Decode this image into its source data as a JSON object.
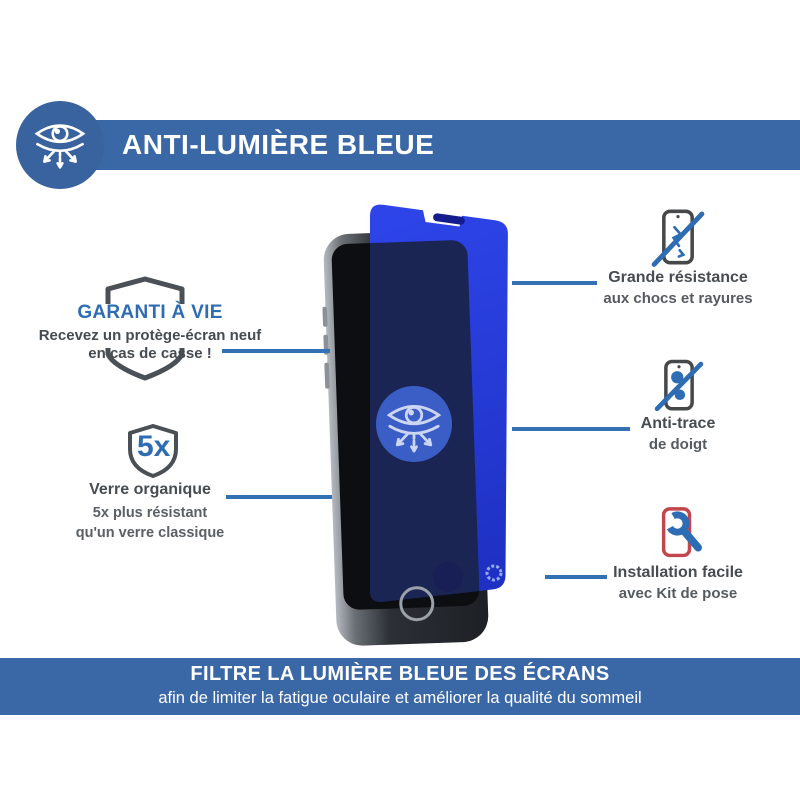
{
  "header": {
    "icon": "blue-light-eye-icon",
    "title": "ANTI-LUMIÈRE BLEUE"
  },
  "warranty": {
    "icon": "shield-outline-icon",
    "title": "GARANTI À VIE",
    "line1": "Recevez un protège-écran neuf",
    "line2": "en cas de casse !"
  },
  "glass": {
    "icon": "shield-outline-icon",
    "badge": "5x",
    "title": "Verre organique",
    "line1": "5x plus résistant",
    "line2": "qu'un verre classique"
  },
  "features": [
    {
      "icon": "shock-resistance-icon",
      "line1": "Grande résistance",
      "line2": "aux chocs et rayures"
    },
    {
      "icon": "anti-fingerprint-icon",
      "line1": "Anti-trace",
      "line2": "de doigt"
    },
    {
      "icon": "installation-kit-icon",
      "line1": "Installation facile",
      "line2": "avec Kit de pose"
    }
  ],
  "product": {
    "badge_icon": "blue-light-eye-icon",
    "description": "phone-with-blue-light-screen-protector"
  },
  "footer": {
    "title": "FILTRE LA LUMIÈRE BLEUE DES ÉCRANS",
    "subtitle": "afin de limiter la fatigue oculaire et améliorer la qualité du sommeil"
  },
  "colors": {
    "banner_blue": "#3a67a6",
    "accent_blue": "#2e6db3",
    "connector_blue": "#3470b4",
    "protector_blue": "#2c42e0",
    "protector_overlap": "#1b2553",
    "badge_blue": "#3a5ec6",
    "text_dark": "#474c51",
    "text_gray": "#5a6065",
    "shield_gray": "#4a5055",
    "install_red": "#c2464e"
  }
}
